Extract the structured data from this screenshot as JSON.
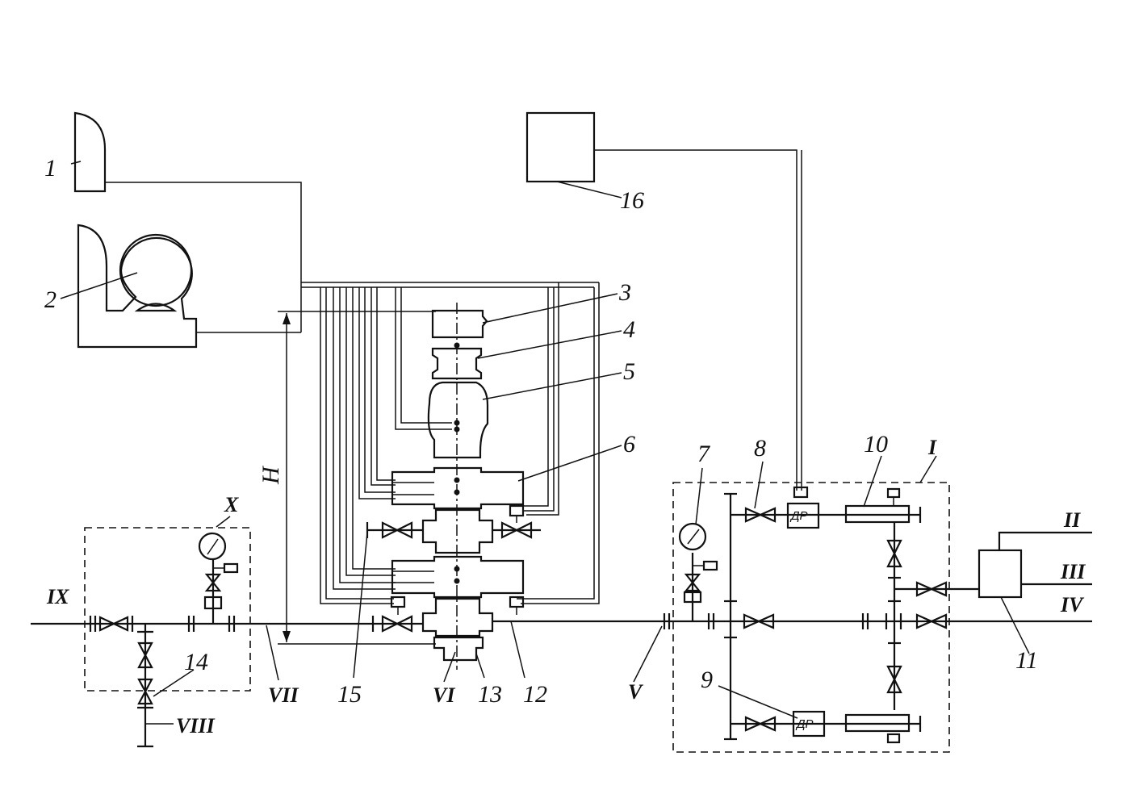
{
  "labels": {
    "n1": "1",
    "n2": "2",
    "n3": "3",
    "n4": "4",
    "n5": "5",
    "n6": "6",
    "n7": "7",
    "n8": "8",
    "n9": "9",
    "n10": "10",
    "n11": "11",
    "n12": "12",
    "n13": "13",
    "n14": "14",
    "n15": "15",
    "n16": "16",
    "H": "H"
  },
  "roman": {
    "I": "I",
    "II": "II",
    "III": "III",
    "IV": "IV",
    "V": "V",
    "VI": "VI",
    "VII": "VII",
    "VIII": "VIII",
    "IX": "IX",
    "X": "X"
  },
  "devices": {
    "dr_top": "ДР",
    "dr_bottom": "ДР"
  }
}
